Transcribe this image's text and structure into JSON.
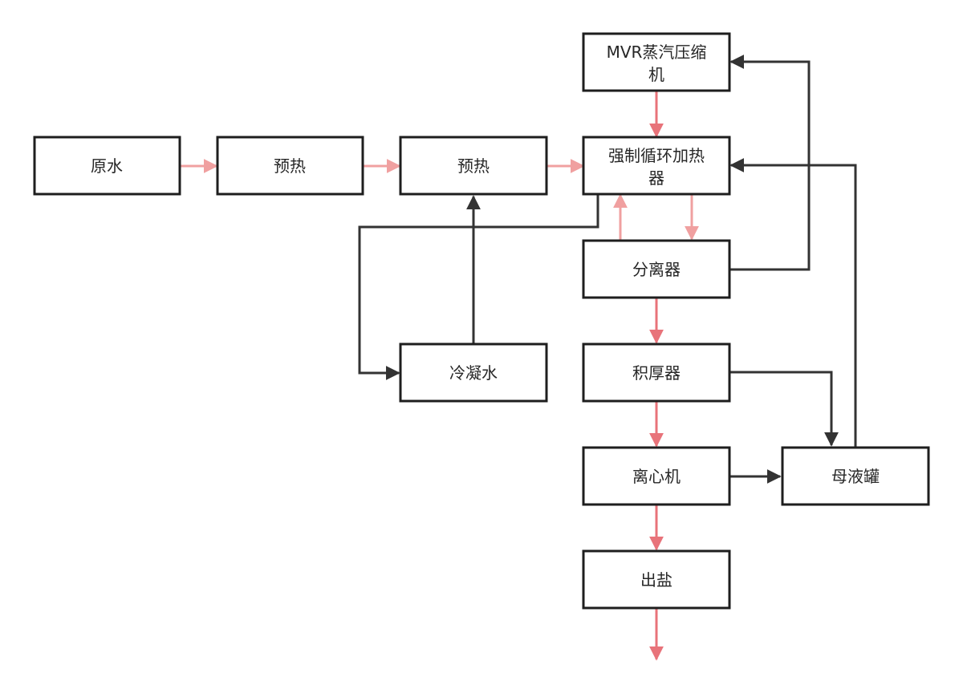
{
  "colors": {
    "box_stroke": "#1e1e1e",
    "text": "#262626",
    "flow_red": "#e8737a",
    "flow_pink": "#f0a0a0",
    "flow_dark": "#333333"
  },
  "nodes": {
    "raw_water": {
      "label": "原水"
    },
    "preheat_1": {
      "label": "预热"
    },
    "preheat_2": {
      "label": "预热"
    },
    "mvr_compressor": {
      "line1": "MVR蒸汽压缩",
      "line2": "机"
    },
    "forced_circulation_heater": {
      "line1": "强制循环加热",
      "line2": "器"
    },
    "separator": {
      "label": "分离器"
    },
    "condensate": {
      "label": "冷凝水"
    },
    "thickener": {
      "label": "积厚器"
    },
    "centrifuge": {
      "label": "离心机"
    },
    "mother_liquor_tank": {
      "label": "母液罐"
    },
    "salt_output": {
      "label": "出盐"
    }
  }
}
